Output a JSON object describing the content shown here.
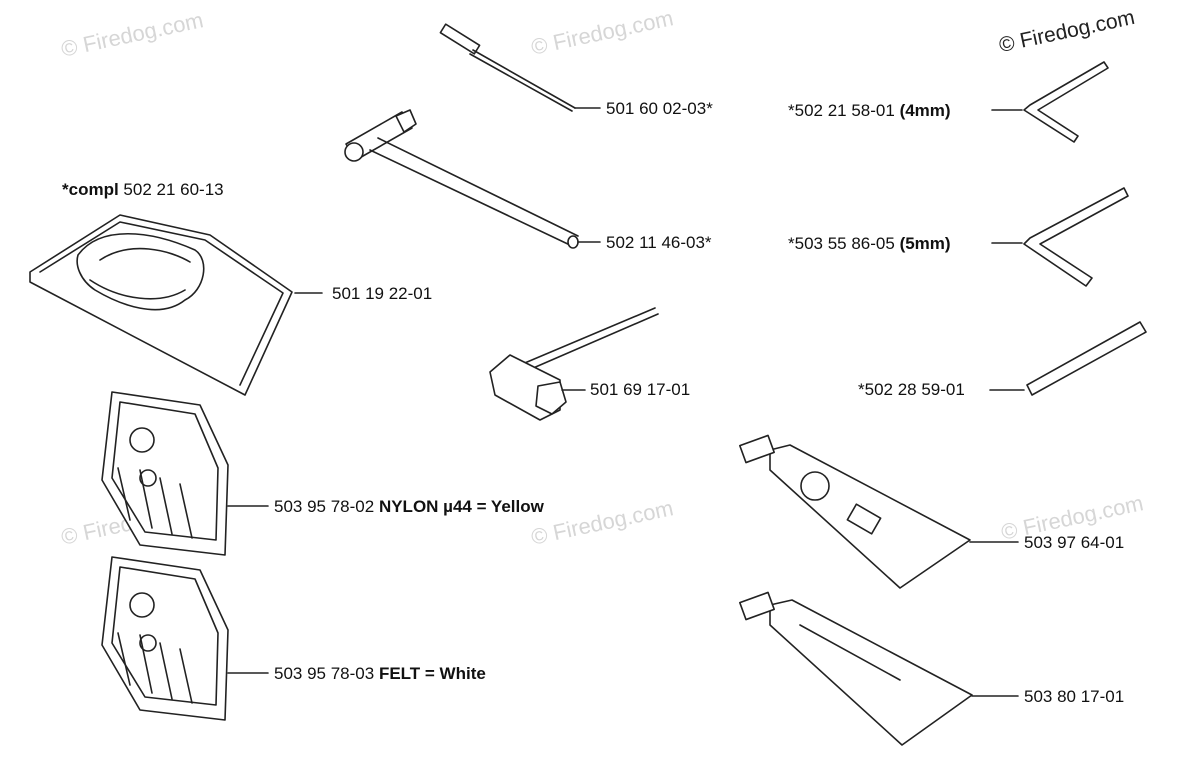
{
  "watermarks": {
    "text": "© Firedog.com"
  },
  "parts": {
    "kit": {
      "prefix": "*compl",
      "number": "502 21 60-13"
    },
    "bag": {
      "number": "501 19 22-01"
    },
    "filter_nylon": {
      "number": "503 95 78-02",
      "desc": "NYLON µ44 = Yellow"
    },
    "filter_felt": {
      "number": "503 95 78-03",
      "desc": "FELT = White"
    },
    "screwdriver": {
      "number": "501 60 02-03*"
    },
    "t_wrench": {
      "number": "502 11 46-03*"
    },
    "combi_wrench": {
      "number": "501 69 17-01"
    },
    "hex_4mm": {
      "number": "*502 21 58-01",
      "size": "(4mm)"
    },
    "hex_5mm": {
      "number": "*503 55 86-05",
      "size": "(5mm)"
    },
    "pin": {
      "number": "*502 28 59-01"
    },
    "tube_1": {
      "number": "503 97 64-01"
    },
    "tube_2": {
      "number": "503 80 17-01"
    }
  }
}
